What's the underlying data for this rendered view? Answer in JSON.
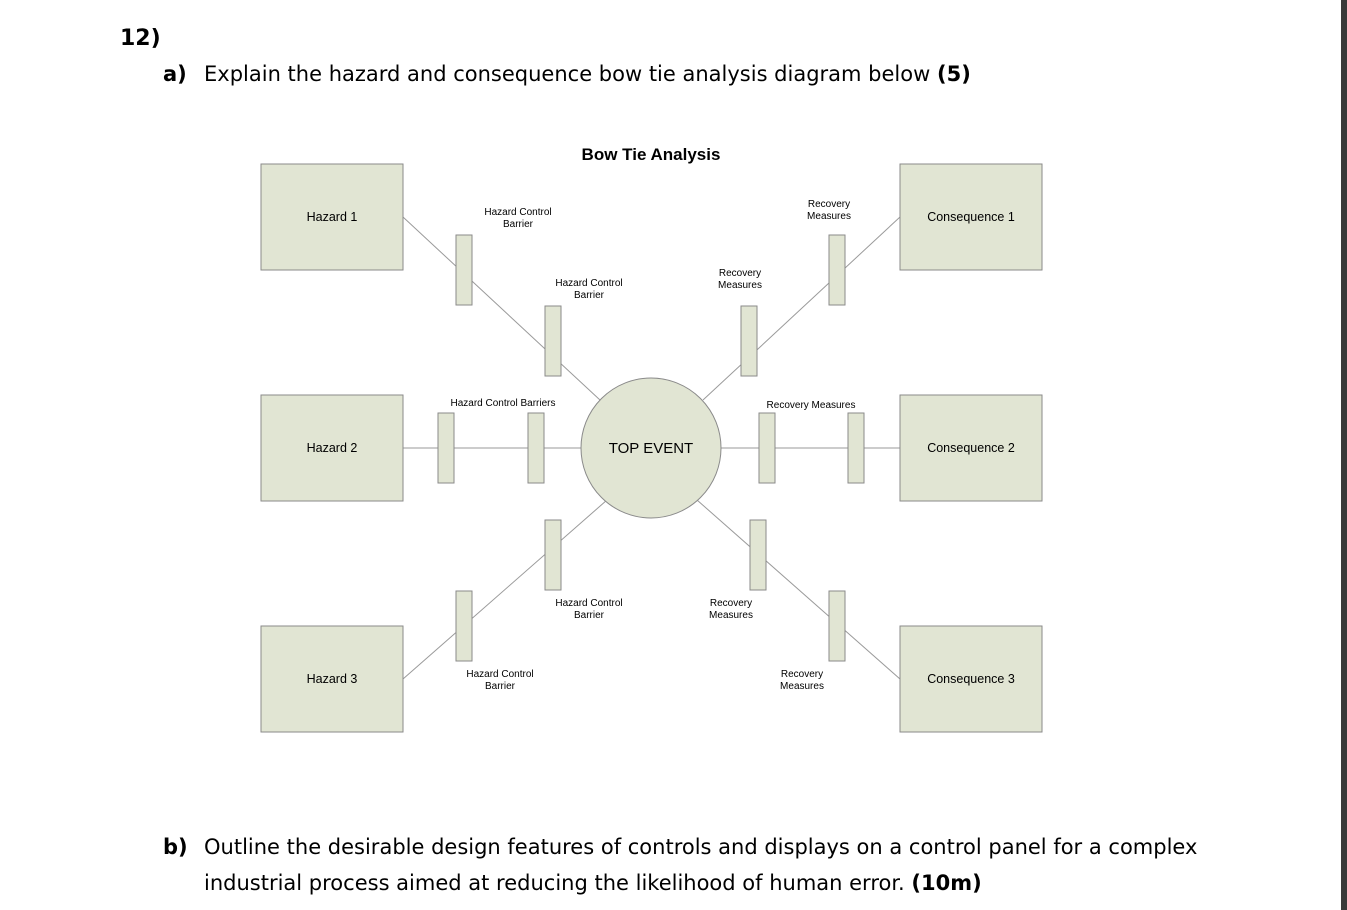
{
  "question": {
    "number": "12)",
    "part_a": {
      "label": "a)",
      "text": "Explain the hazard and consequence bow tie analysis diagram below",
      "marks": "(5)"
    },
    "part_b": {
      "label": "b)",
      "text_line1": "Outline the desirable design features of controls and displays on a control panel for a complex",
      "text_line2": "industrial process aimed at reducing the likelihood of human error.",
      "marks": "(10m)"
    }
  },
  "diagram": {
    "title": "Bow Tie Analysis",
    "top_event": "TOP EVENT",
    "hazards": [
      "Hazard 1",
      "Hazard 2",
      "Hazard 3"
    ],
    "consequences": [
      "Consequence 1",
      "Consequence 2",
      "Consequence 3"
    ],
    "labels": {
      "hcb_upper_outer_1": "Hazard Control",
      "hcb_upper_outer_2": "Barrier",
      "hcb_upper_inner_1": "Hazard Control",
      "hcb_upper_inner_2": "Barrier",
      "hcb_middle": "Hazard Control Barriers",
      "hcb_lower_inner_1": "Hazard Control",
      "hcb_lower_inner_2": "Barrier",
      "hcb_lower_outer_1": "Hazard Control",
      "hcb_lower_outer_2": "Barrier",
      "rm_upper_outer_1": "Recovery",
      "rm_upper_outer_2": "Measures",
      "rm_upper_inner_1": "Recovery",
      "rm_upper_inner_2": "Measures",
      "rm_middle": "Recovery Measures",
      "rm_lower_inner_1": "Recovery",
      "rm_lower_inner_2": "Measures",
      "rm_lower_outer_1": "Recovery",
      "rm_lower_outer_2": "Measures"
    },
    "colors": {
      "box_fill": "#e1e5d3",
      "box_stroke": "#8a8a8a",
      "line": "#9a9a9a"
    }
  }
}
